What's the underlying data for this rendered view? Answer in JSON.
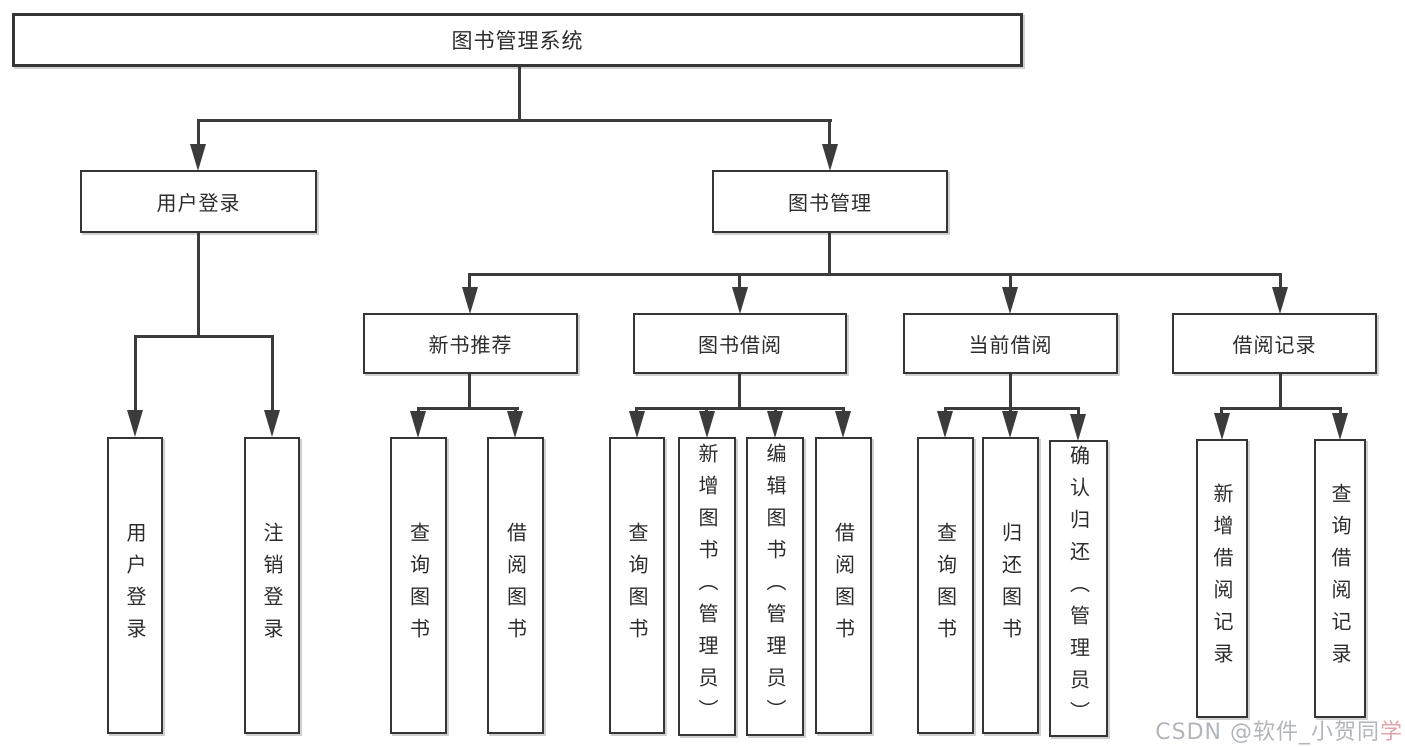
{
  "tree": {
    "root": "图书管理系统",
    "branches": [
      {
        "label": "用户登录",
        "children": [
          "用户登录",
          "注销登录"
        ]
      },
      {
        "label": "图书管理",
        "groups": [
          {
            "label": "新书推荐",
            "children": [
              "查询图书",
              "借阅图书"
            ]
          },
          {
            "label": "图书借阅",
            "children": [
              "查询图书",
              "新增图书（管理员）",
              "编辑图书（管理员）",
              "借阅图书"
            ]
          },
          {
            "label": "当前借阅",
            "children": [
              "查询图书",
              "归还图书",
              "确认归还（管理员）"
            ]
          },
          {
            "label": "借阅记录",
            "children": [
              "新增借阅记录",
              "查询借阅记录"
            ]
          }
        ]
      }
    ]
  },
  "watermark": {
    "text": "CSDN @软件_小贺同",
    "accent": "学"
  },
  "colors": {
    "line": "#3b3b3b",
    "border": "#353535",
    "text": "#2c2c2c",
    "watermark": "#b2b6bc",
    "watermark_accent": "#e2a5a9",
    "background": "#ffffff"
  }
}
